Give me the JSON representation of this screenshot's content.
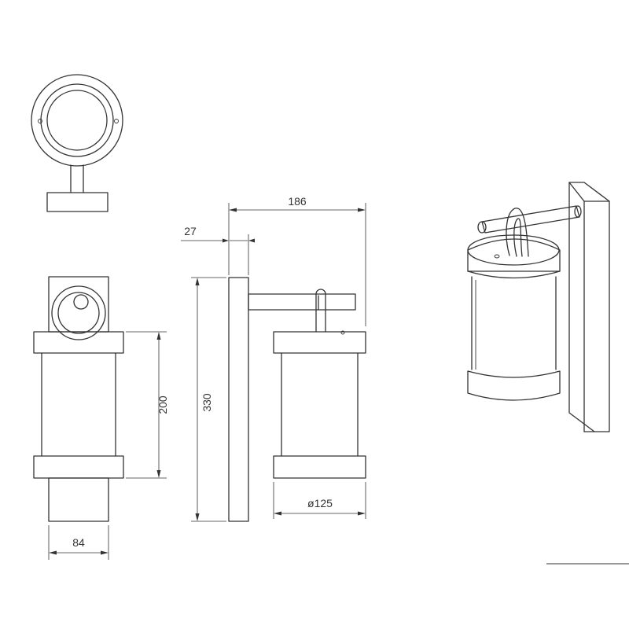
{
  "dimensions": {
    "total_projection": "186",
    "backplate_depth": "27",
    "overall_height": "330",
    "shade_height": "200",
    "shade_diameter": "ø125",
    "base_width": "84"
  },
  "colors": {
    "line": "#333333",
    "background": "#ffffff"
  }
}
